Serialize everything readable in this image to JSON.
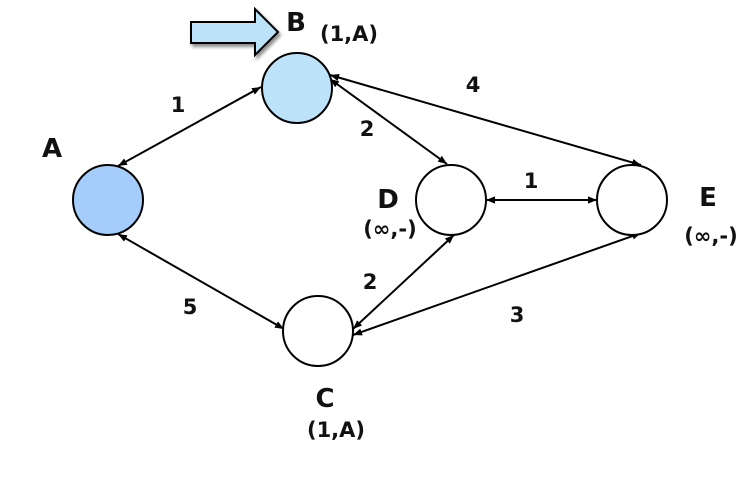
{
  "colors": {
    "visited": "#a4cdfb",
    "current": "#bde3fb",
    "unvisited": "#ffffff",
    "pointer": "#bde3fb"
  },
  "nodes": [
    {
      "id": "A",
      "label": "A",
      "state": "",
      "status": "visited"
    },
    {
      "id": "B",
      "label": "B",
      "state": "(1,A)",
      "status": "current"
    },
    {
      "id": "C",
      "label": "C",
      "state": "(1,A)",
      "status": "unvisited"
    },
    {
      "id": "D",
      "label": "D",
      "state": "(∞,-)",
      "status": "unvisited"
    },
    {
      "id": "E",
      "label": "E",
      "state": "(∞,-)",
      "status": "unvisited"
    }
  ],
  "edges": [
    {
      "id": "A-B",
      "from": "A",
      "to": "B",
      "weight": "1"
    },
    {
      "id": "A-C",
      "from": "A",
      "to": "C",
      "weight": "5"
    },
    {
      "id": "B-D",
      "from": "B",
      "to": "D",
      "weight": "2"
    },
    {
      "id": "B-E",
      "from": "B",
      "to": "E",
      "weight": "4"
    },
    {
      "id": "D-E",
      "from": "D",
      "to": "E",
      "weight": "1"
    },
    {
      "id": "C-D",
      "from": "C",
      "to": "D",
      "weight": "2"
    },
    {
      "id": "C-E",
      "from": "C",
      "to": "E",
      "weight": "3"
    }
  ],
  "current_node_pointer": "B"
}
